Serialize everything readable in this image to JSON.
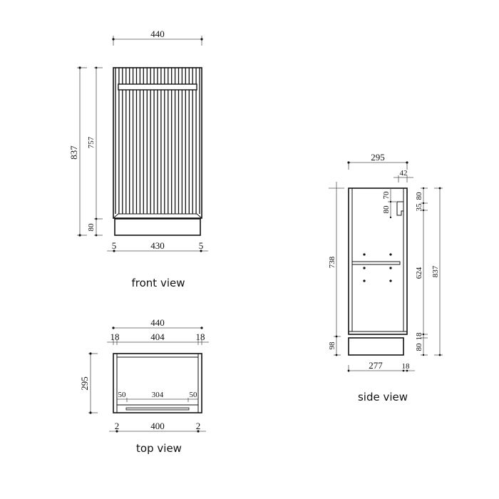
{
  "front_view": {
    "caption": "front view",
    "dims": {
      "overall_width": "440",
      "overall_height": "837",
      "door_height": "757",
      "plinth_height": "80",
      "plinth_left_inset": "5",
      "plinth_width": "430",
      "plinth_right_inset": "5"
    },
    "slat_count": 24
  },
  "top_view": {
    "caption": "top view",
    "dims": {
      "overall_width": "440",
      "left_panel": "18",
      "inner_width": "404",
      "right_panel": "18",
      "depth": "295",
      "handle_left_offset": "50",
      "handle_length": "304",
      "handle_right_offset": "50",
      "bottom_left_gap": "2",
      "bottom_width": "400",
      "bottom_right_gap": "2"
    }
  },
  "side_view": {
    "caption": "side view",
    "dims": {
      "overall_depth": "295",
      "door_thickness": "42",
      "notch_top": "70",
      "notch_height": "80",
      "right_top": "80",
      "right_gap": "35",
      "right_middle": "624",
      "right_shelf": "18",
      "right_plinth": "80",
      "overall_height": "837",
      "body_height": "738",
      "plinth_height": "98",
      "base_depth": "277",
      "base_door": "18"
    }
  }
}
